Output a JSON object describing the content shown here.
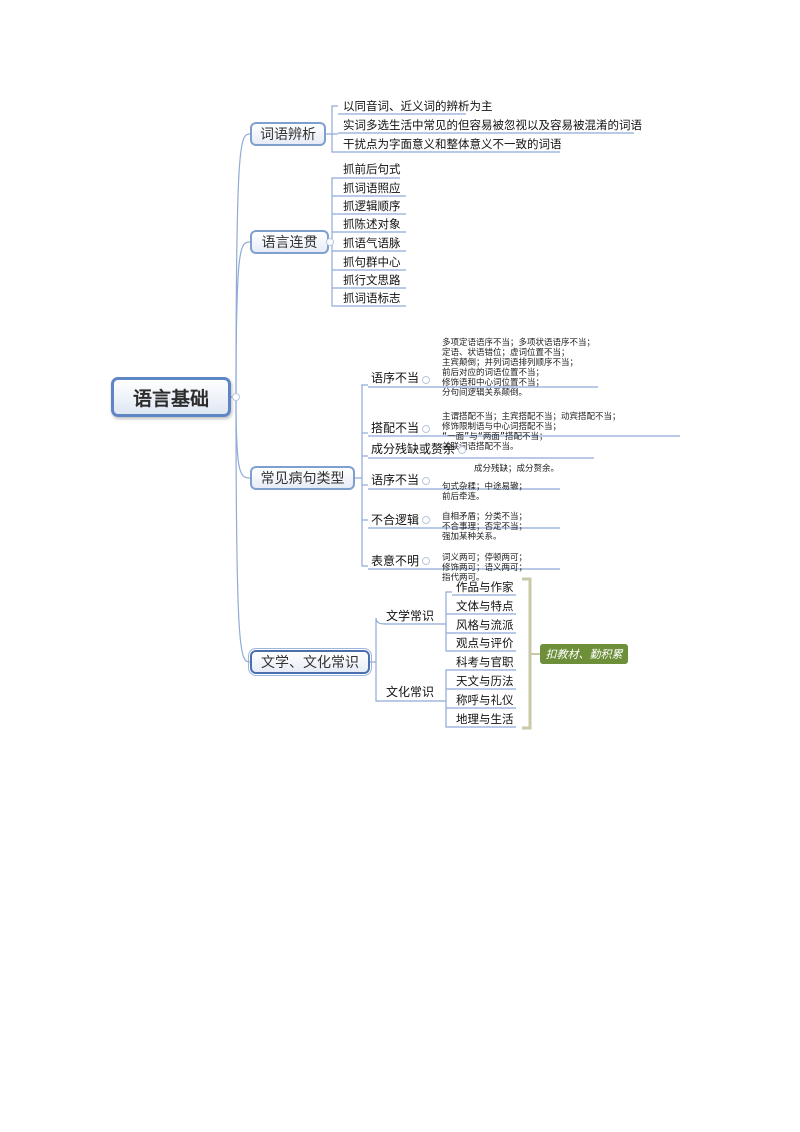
{
  "root": "语言基础",
  "categories": [
    {
      "label": "词语辨析",
      "items": [
        "以同音词、近义词的辨析为主",
        "实词多选生活中常见的但容易被忽视以及容易被混淆的词语",
        "干扰点为字面意义和整体意义不一致的词语"
      ]
    },
    {
      "label": "语言连贯",
      "items": [
        "抓前后句式",
        "抓词语照应",
        "抓逻辑顺序",
        "抓陈述对象",
        "抓语气语脉",
        "抓句群中心",
        "抓行文思路",
        "抓词语标志"
      ]
    },
    {
      "label": "常见病句类型",
      "groups": [
        {
          "label": "语序不当",
          "details": [
            "多项定语语序不当；多项状语语序不当；",
            "定语、状语错位；虚词位置不当；",
            "主宾颠倒；并列词语排列顺序不当；",
            "前后对应的词语位置不当；",
            "修饰语和中心词位置不当；",
            "分句间逻辑关系颠倒。"
          ]
        },
        {
          "label": "搭配不当",
          "details": [
            "主谓搭配不当；主宾搭配不当；动宾搭配不当；",
            "修饰限制语与中心词搭配不当；",
            "“一面”与“两面”搭配不当；",
            "关联词语搭配不当。"
          ]
        },
        {
          "label": "成分残缺或赘余",
          "details": [
            "成分残缺；成分赘余。"
          ]
        },
        {
          "label": "语序不当",
          "details": [
            "句式杂糅；中途易辙；",
            "前后牵连。"
          ]
        },
        {
          "label": "不合逻辑",
          "details": [
            "自相矛盾；分类不当；",
            "不合事理；否定不当；",
            "强加某种关系。"
          ]
        },
        {
          "label": "表意不明",
          "details": [
            "词义两可；停顿两可；",
            "修饰两可；语义两可；",
            "指代两可。"
          ]
        }
      ]
    },
    {
      "label": "文学、文化常识",
      "groups": [
        {
          "label": "文学常识",
          "items": [
            "作品与作家",
            "文体与特点",
            "风格与流派",
            "观点与评价"
          ]
        },
        {
          "label": "文化常识",
          "items": [
            "科考与官职",
            "天文与历法",
            "称呼与礼仪",
            "地理与生活"
          ]
        }
      ],
      "callout": "扣教材、勤积累"
    }
  ],
  "colors": {
    "line": "#7f9fcf",
    "node_border": "#5f86c4",
    "bracket": "#c9c9a8",
    "tag": "#6d8f3a"
  }
}
